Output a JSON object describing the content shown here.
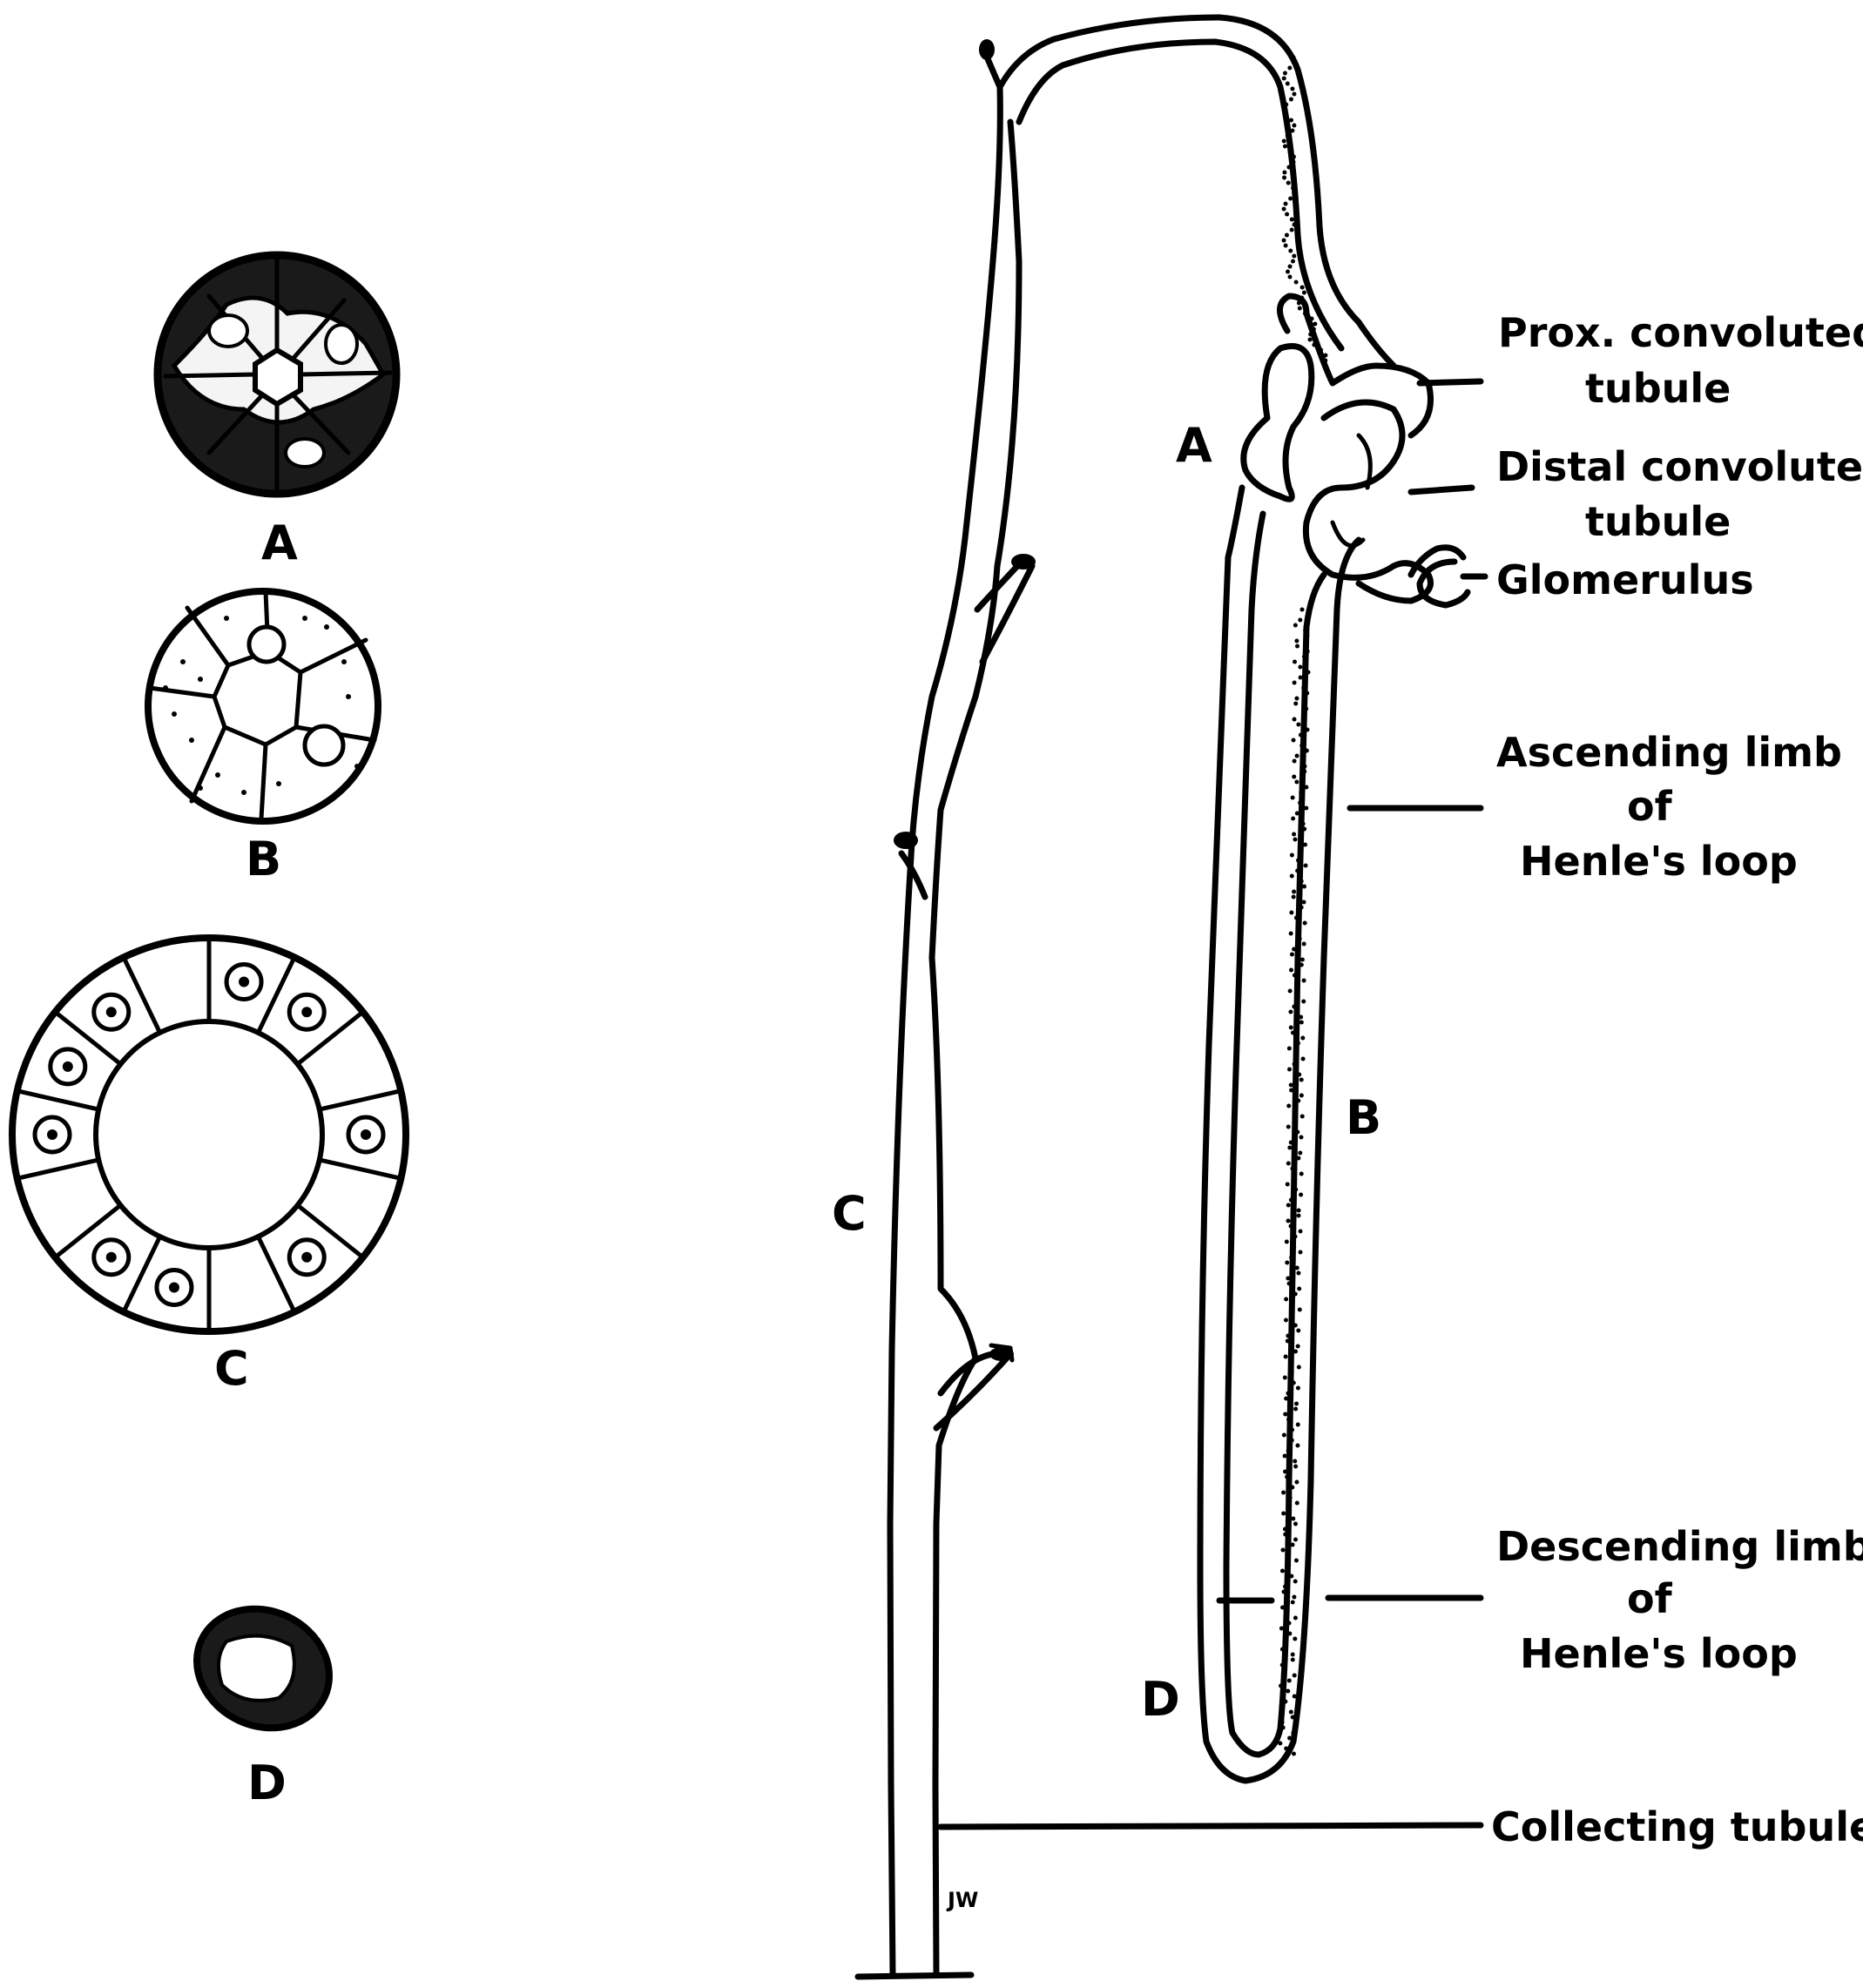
{
  "cross_sections": [
    {
      "id": "A",
      "label": "A"
    },
    {
      "id": "B",
      "label": "B"
    },
    {
      "id": "C",
      "label": "C"
    },
    {
      "id": "D",
      "label": "D"
    }
  ],
  "nephron_letters": {
    "a": "A",
    "b": "B",
    "c": "C",
    "d": "D"
  },
  "labels": {
    "prox_1": "Prox. convoluted",
    "prox_2": "tubule",
    "distal_1": "Distal convoluted",
    "distal_2": "tubule",
    "glomerulus": "Glomerulus",
    "asc_1": "Ascending limb",
    "asc_2": "of",
    "asc_3": "Henle's loop",
    "desc_1": "Descending limb",
    "desc_2": "of",
    "desc_3": "Henle's loop",
    "collecting": "Collecting tubule"
  },
  "signature": "JW"
}
